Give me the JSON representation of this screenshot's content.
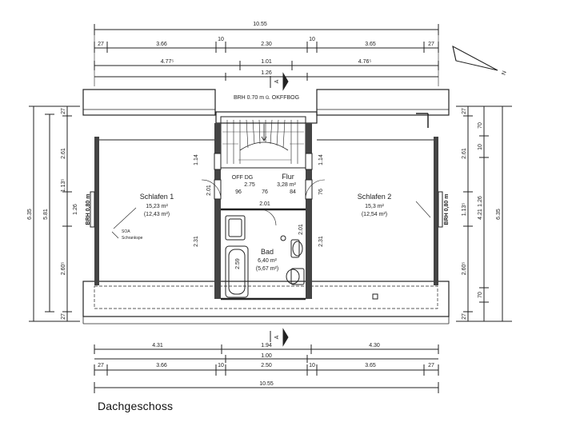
{
  "drawing": {
    "caption": "Dachgeschoss",
    "north_label": "N",
    "section_mark": "A",
    "brh_top": "BRH 0.70 m ü. OKFFBOG",
    "brh_left": "BRH 0,80 m",
    "brh_right": "BRH 0,80 m",
    "rooms": {
      "schlafen1": {
        "name": "Schlafen 1",
        "area": "15,23 m²",
        "area_net": "(12,43 m²)"
      },
      "schlafen2": {
        "name": "Schlafen 2",
        "area": "15,3  m²",
        "area_net": "(12,54 m²)"
      },
      "flur": {
        "name": "Flur",
        "area": "3,28 m²",
        "prefix": "OFF DG"
      },
      "bad": {
        "name": "Bad",
        "area": "6,40 m²",
        "area_net": "(5,67 m²)"
      }
    },
    "notes": {
      "schrank1": "SOA",
      "schrank2": "Schrankspe"
    },
    "dims_top": {
      "overall": "10.55",
      "row1": [
        "27",
        "3.66",
        "10",
        "2.30",
        "10",
        "3.65",
        "27"
      ],
      "row2": [
        "4.77⁵",
        "1.01",
        "4.76⁵"
      ],
      "row3": "1.26"
    },
    "dims_bottom": {
      "row1": [
        "4.31",
        "1.94",
        "4.30"
      ],
      "row2": [
        "1.00"
      ],
      "row3": [
        "27",
        "3.66",
        "10",
        "2.50",
        "10",
        "3.65",
        "27"
      ],
      "overall": "10.55"
    },
    "dims_left": {
      "outer": "6.35",
      "mid": "5.81",
      "parts": [
        "27",
        "2.61",
        "1.13⁵",
        "1.26",
        "2.60⁵",
        "27"
      ]
    },
    "dims_right": {
      "outer": "6.35",
      "mid": "4.21",
      "parts": [
        "27",
        "70",
        "2.61",
        "10",
        "1.26",
        "1.13⁵",
        "2.60⁵",
        "70",
        "27"
      ]
    },
    "inner_dims": {
      "left_upper": "1.14",
      "left_lower": "2.31",
      "right_upper": "1.14",
      "right_lower": "2.31",
      "flur_w": "2.75",
      "flur_parts": [
        "96",
        "76",
        "84"
      ],
      "flur_h": "2.01",
      "flur_h2": "76",
      "bad_w": "2.01",
      "bad_h": "2.59",
      "door_left": "2.01"
    }
  }
}
